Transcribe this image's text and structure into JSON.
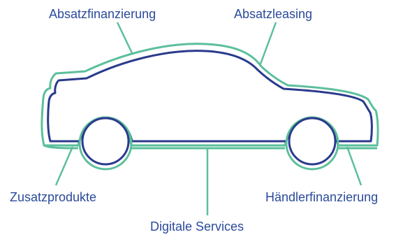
{
  "labels": {
    "absatzfinanzierung": "Absatzfinanzierung",
    "absatzleasing": "Absatzleasing",
    "zusatzprodukte": "Zusatzprodukte",
    "haendlerfinanzierung": "Händlerfinanzierung",
    "digitale_services": "Digitale Services"
  },
  "colors": {
    "text": "#2a4a9a",
    "car_outline": "#2a3a8c",
    "car_halo": "#5cbf9c",
    "leader_line": "#5cbf9c",
    "background": "#ffffff"
  },
  "icons": {
    "car": "car-silhouette-icon",
    "wheel": "wheel-icon"
  }
}
